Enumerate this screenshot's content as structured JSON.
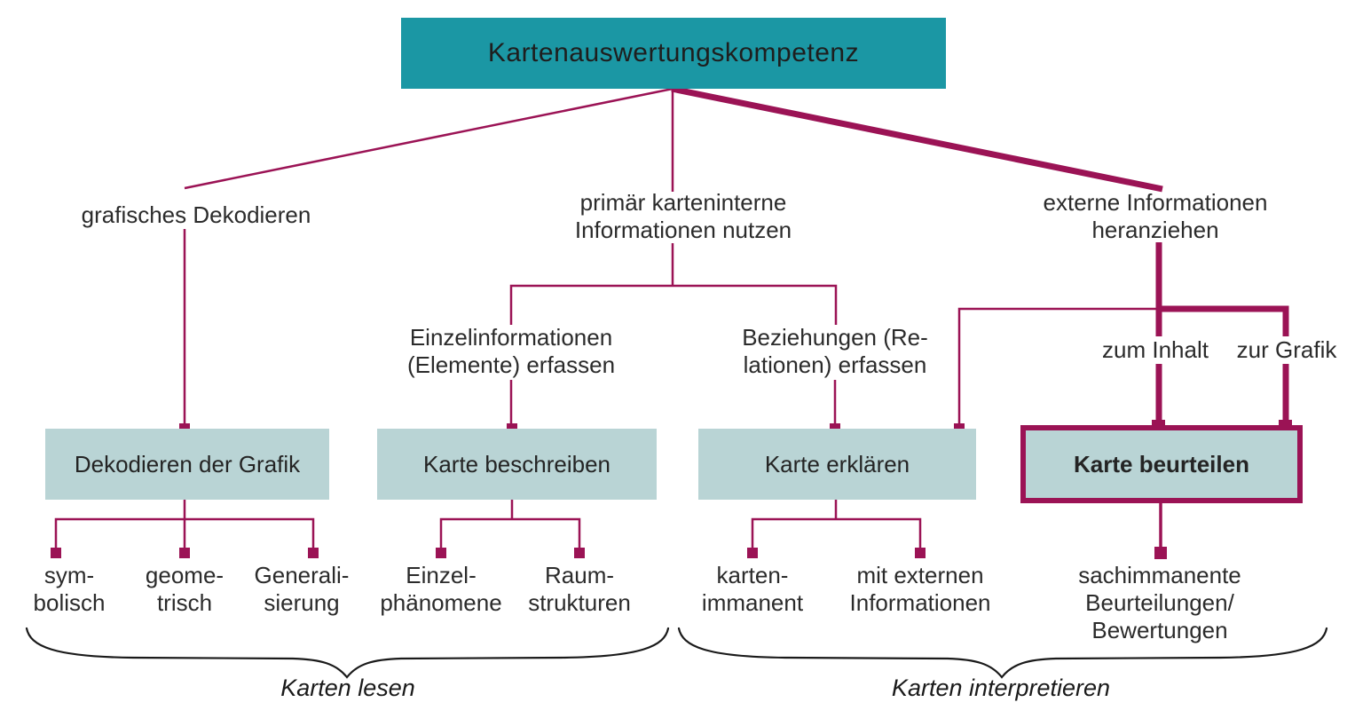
{
  "diagram": {
    "title": "Kartenauswertungskompetenz",
    "level1": {
      "grafisches_dekodieren": "grafisches Dekodieren",
      "primaer_karteninterne": {
        "line1": "primär karteninterne",
        "line2": "Informationen nutzen"
      },
      "externe_informationen": {
        "line1": "externe Informationen",
        "line2": "heranziehen"
      }
    },
    "level2": {
      "einzelinformationen": {
        "line1": "Einzelinformationen",
        "line2": "(Elemente) erfassen"
      },
      "beziehungen": {
        "line1": "Beziehungen (Re-",
        "line2": "lationen) erfassen"
      },
      "zum_inhalt": "zum Inhalt",
      "zur_grafik": "zur Grafik"
    },
    "boxes": {
      "dekodieren_der_grafik": "Dekodieren der Grafik",
      "karte_beschreiben": "Karte beschreiben",
      "karte_erklaeren": "Karte erklären",
      "karte_beurteilen": "Karte beurteilen"
    },
    "leaves": {
      "symbolisch": {
        "line1": "sym-",
        "line2": "bolisch"
      },
      "geometrisch": {
        "line1": "geome-",
        "line2": "trisch"
      },
      "generalisierung": {
        "line1": "Generali-",
        "line2": "sierung"
      },
      "einzelphaenomene": {
        "line1": "Einzel-",
        "line2": "phänomene"
      },
      "raumstrukturen": {
        "line1": "Raum-",
        "line2": "strukturen"
      },
      "kartenimmanent": {
        "line1": "karten-",
        "line2": "immanent"
      },
      "mit_externen": {
        "line1": "mit externen",
        "line2": "Informationen"
      },
      "sachimmanente": {
        "line1": "sachimmanente",
        "line2": "Beurteilungen/",
        "line3": "Bewertungen"
      }
    },
    "braces": {
      "left": "Karten lesen",
      "right": "Karten interpretieren"
    },
    "colors": {
      "header_teal": "#1b97a4",
      "box_fill": "#b9d4d5",
      "connector_maroon": "#9b1355",
      "text": "#2b2b2b",
      "brace_black": "#1a1a1a"
    }
  }
}
